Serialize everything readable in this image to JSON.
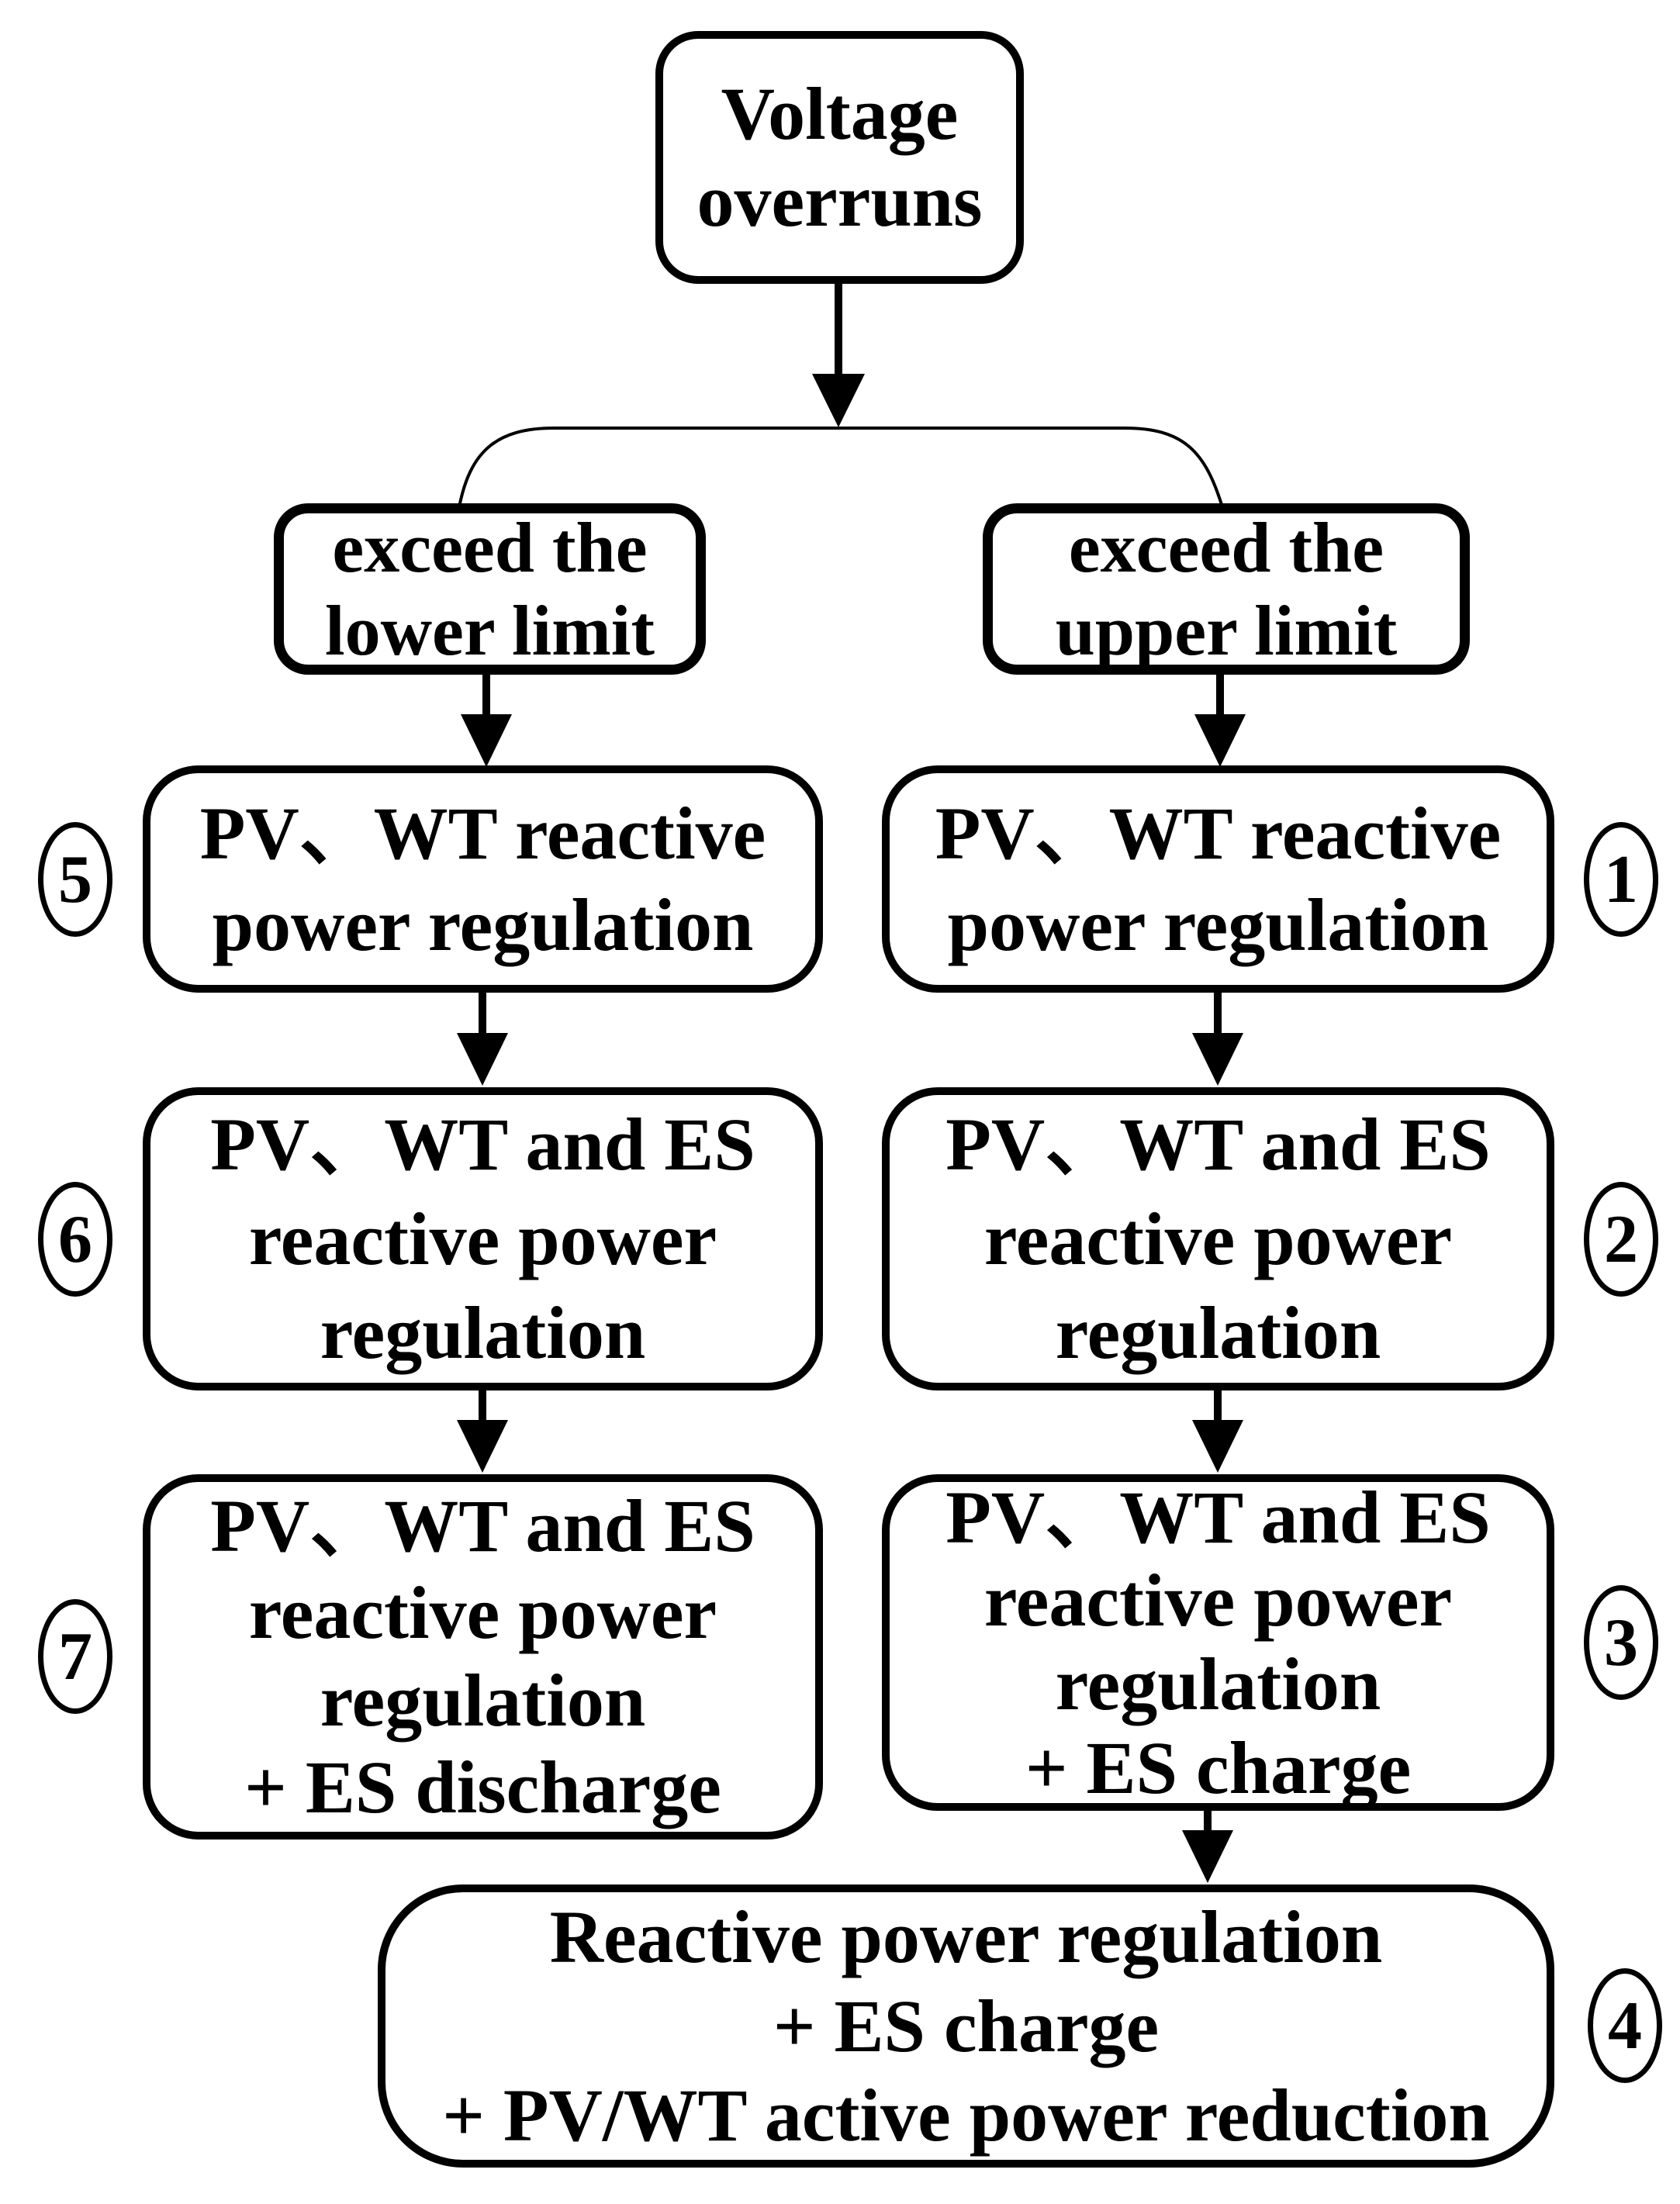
{
  "figure": {
    "background_color": "#ffffff",
    "line_color": "#000000",
    "title": "Voltage overrun regulation flowchart"
  },
  "nodes": {
    "voltage_overruns": {
      "label": "Voltage\noverruns"
    },
    "exceed_lower": {
      "label": "exceed the\nlower limit"
    },
    "exceed_upper": {
      "label": "exceed the\nupper limit"
    },
    "step5": {
      "badge": "5",
      "label": "PV、WT reactive\npower regulation"
    },
    "step1": {
      "badge": "1",
      "label": "PV、WT reactive\npower regulation"
    },
    "step6": {
      "badge": "6",
      "label": "PV、WT and ES\nreactive power\nregulation"
    },
    "step2": {
      "badge": "2",
      "label": "PV、WT and ES\nreactive power\nregulation"
    },
    "step7": {
      "badge": "7",
      "label": "PV、WT and ES\nreactive power\nregulation\n+ ES discharge"
    },
    "step3": {
      "badge": "3",
      "label": "PV、WT and ES\nreactive power\nregulation\n+ ES charge"
    },
    "step4": {
      "badge": "4",
      "label": "Reactive power regulation\n+ ES charge\n+ PV/WT active power reduction"
    }
  }
}
